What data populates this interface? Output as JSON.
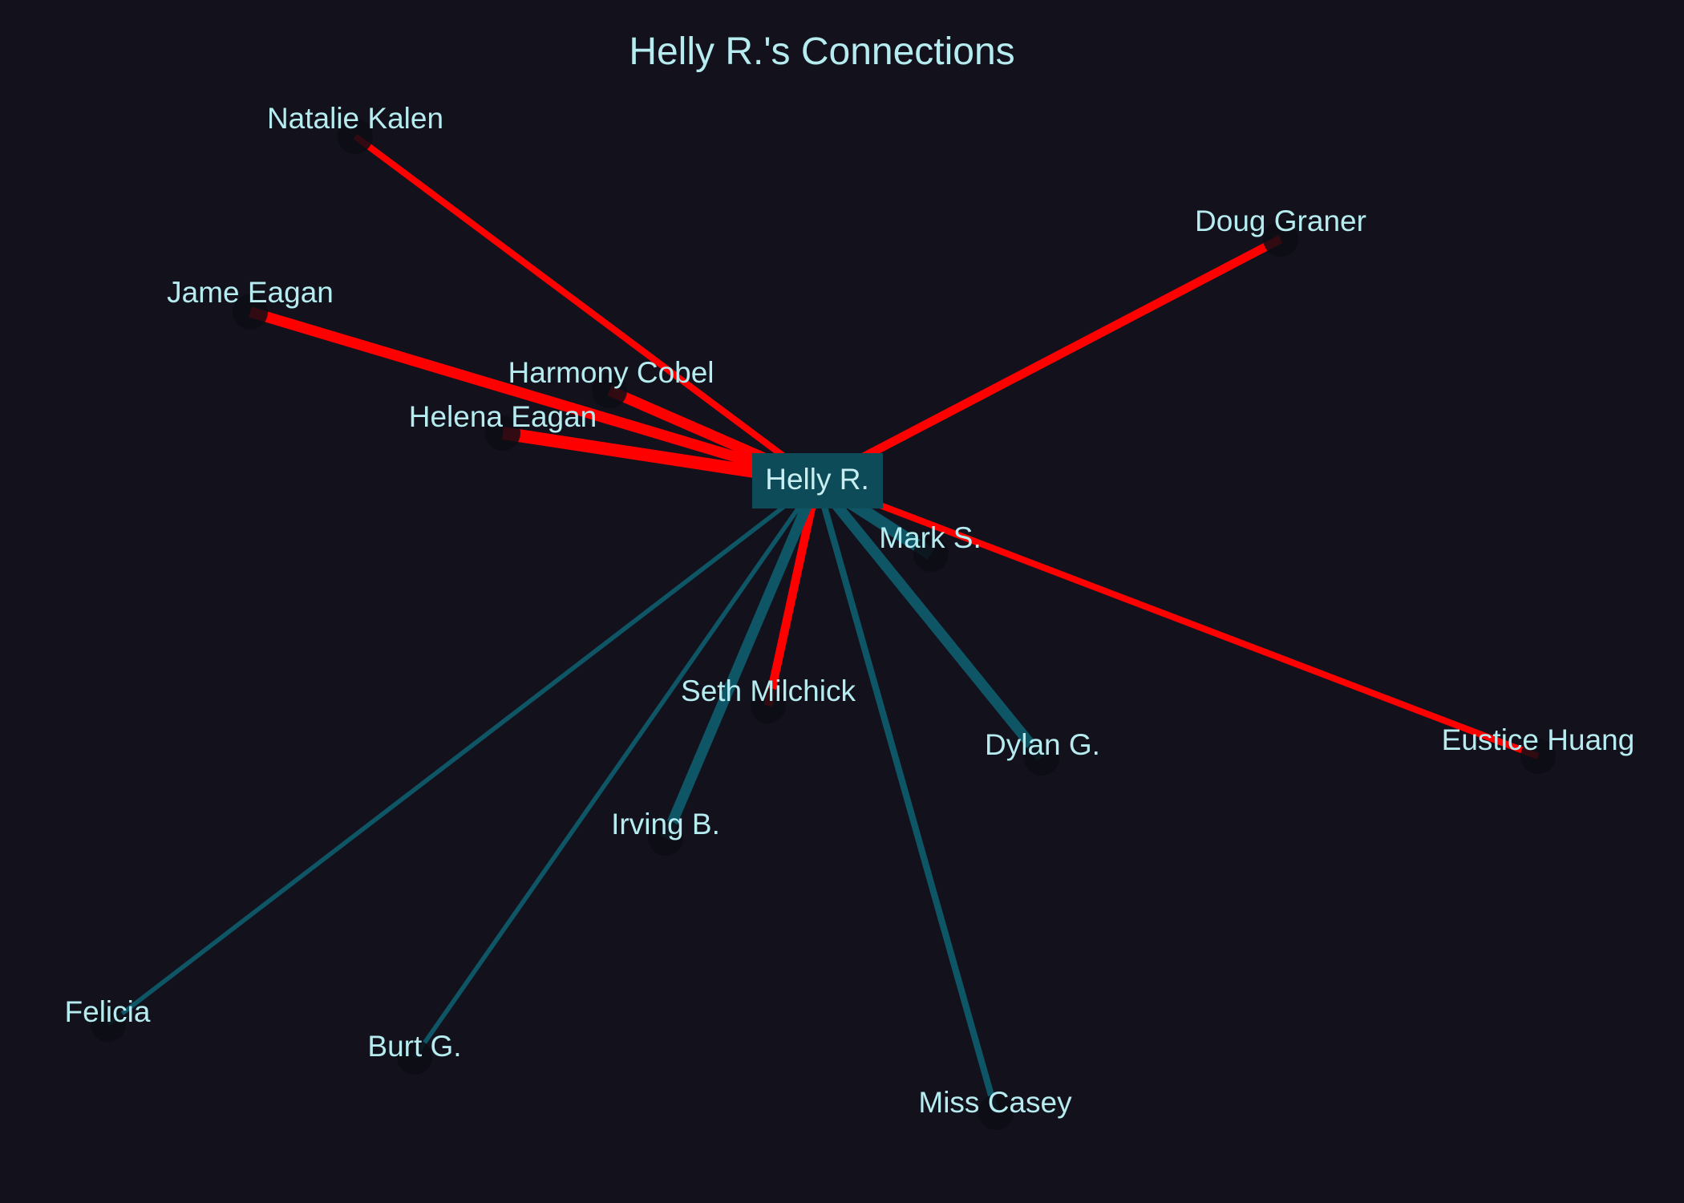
{
  "title": "Helly R.'s Connections",
  "colors": {
    "background": "#12111c",
    "text": "#b6ecf0",
    "negative": "#ff0000",
    "positive": "#0e5566",
    "center_box": "#0e4b59",
    "node": "#0d0d14"
  },
  "center": {
    "name": "Helly R."
  },
  "connections": [
    {
      "name": "Natalie Kalen",
      "relation": "negative",
      "weight": 2
    },
    {
      "name": "Doug Graner",
      "relation": "negative",
      "weight": 3
    },
    {
      "name": "Jame Eagan",
      "relation": "negative",
      "weight": 4
    },
    {
      "name": "Harmony Cobel",
      "relation": "negative",
      "weight": 4
    },
    {
      "name": "Helena Eagan",
      "relation": "negative",
      "weight": 5
    },
    {
      "name": "Mark S.",
      "relation": "positive",
      "weight": 5
    },
    {
      "name": "Eustice Huang",
      "relation": "negative",
      "weight": 2
    },
    {
      "name": "Seth Milchick",
      "relation": "negative",
      "weight": 3
    },
    {
      "name": "Dylan G.",
      "relation": "positive",
      "weight": 4
    },
    {
      "name": "Irving B.",
      "relation": "positive",
      "weight": 4
    },
    {
      "name": "Felicia",
      "relation": "positive",
      "weight": 1
    },
    {
      "name": "Burt G.",
      "relation": "positive",
      "weight": 1
    },
    {
      "name": "Miss Casey",
      "relation": "positive",
      "weight": 2
    }
  ]
}
